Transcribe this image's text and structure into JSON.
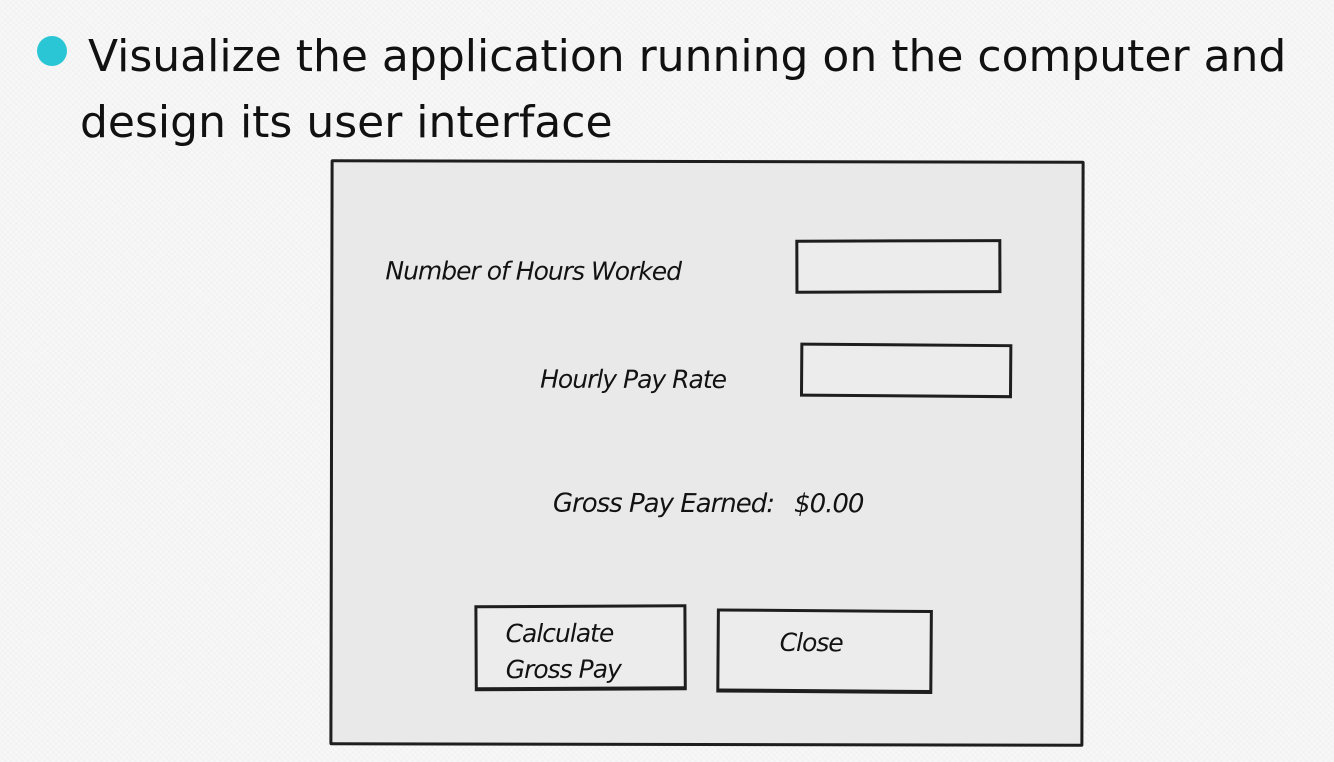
{
  "slide": {
    "bullet_line1": "Visualize the application running on the computer and",
    "bullet_line2": "design its user interface",
    "bullet_color": "#2bc6d6"
  },
  "window": {
    "hours_label": "Number of Hours Worked",
    "hours_value": "",
    "rate_label": "Hourly Pay Rate",
    "rate_value": "",
    "gross_label": "Gross Pay Earned:",
    "gross_value": "$0.00",
    "calculate_button": "Calculate\nGross Pay",
    "close_button": "Close"
  }
}
